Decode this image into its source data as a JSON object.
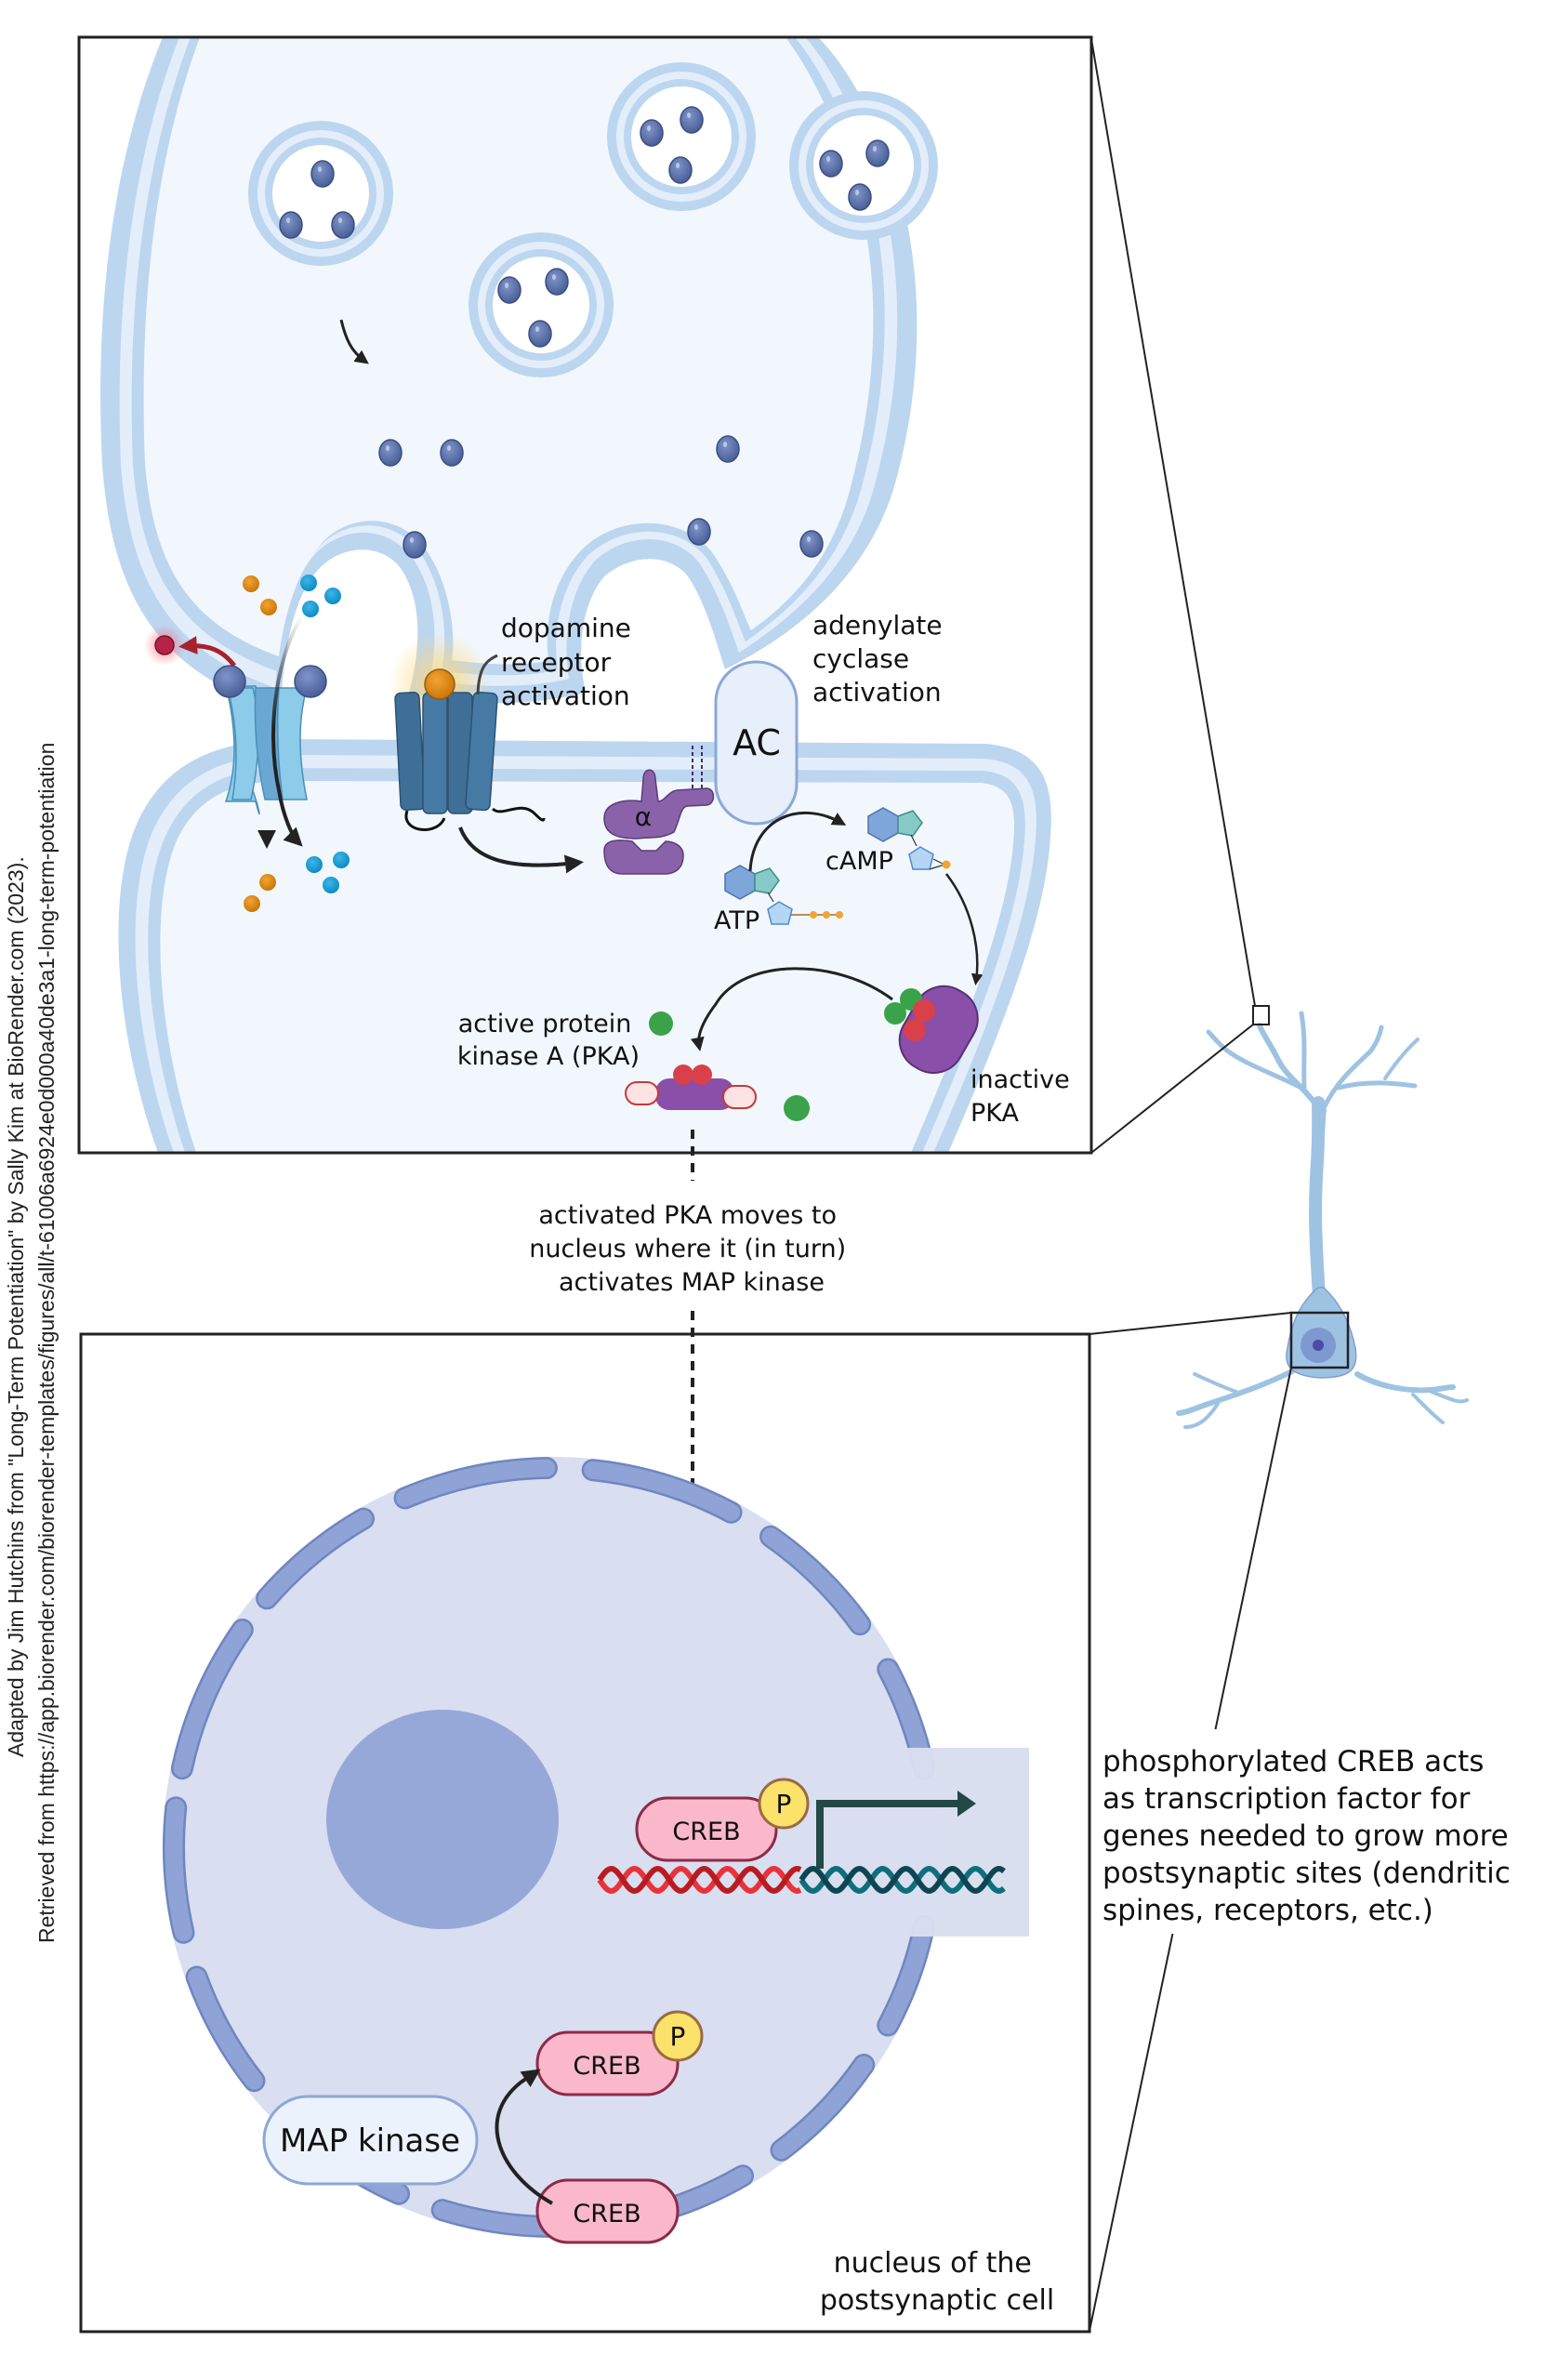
{
  "credit": {
    "line1": "Adapted by Jim Hutchins from \"Long-Term Potentiation\" by Sally Kim at BioRender.com (2023).",
    "line2": "Retrieved from https://app.biorender.com/biorender-templates/figures/all/t-61006a6924e0d000a40de3a1-long-term-potentiation"
  },
  "synapse_panel": {
    "dopamine_receptor_label": [
      "dopamine",
      "receptor",
      "activation"
    ],
    "adenylate_cyclase_label": [
      "adenylate",
      "cyclase",
      "activation"
    ],
    "ac_label": "AC",
    "g_alpha_label": "α",
    "camp_label": "cAMP",
    "atp_label": "ATP",
    "active_pka_label": [
      "active protein",
      "kinase A (PKA)"
    ],
    "inactive_pka_label": [
      "inactive",
      "PKA"
    ]
  },
  "transition_label": [
    "activated PKA moves to",
    "nucleus where it (in turn)",
    "activates MAP kinase"
  ],
  "nucleus_panel": {
    "map_kinase_label": "MAP kinase",
    "creb_label": "CREB",
    "phosphate_label": "P",
    "panel_caption": [
      "nucleus of the",
      "postsynaptic cell"
    ]
  },
  "side_annotation": [
    "phosphorylated CREB acts",
    "as transcription factor for",
    "genes needed to grow more",
    "postsynaptic sites (dendritic",
    "spines, receptors, etc.)"
  ],
  "colors": {
    "membrane": "#bcd6f0",
    "membrane_fill": "#e3eefa",
    "cytoplasm": "#f1f7fc",
    "neurotransmitter": "#5870a8",
    "g_protein": "#8a62aa",
    "nucleus_fill": "#d9def0",
    "nuclear_envelope": "#8fa3d6",
    "nucleolus": "#96a8d8",
    "creb_fill": "#fbb8cb",
    "creb_stroke": "#8c2a48",
    "phosphate": "#fbe26a",
    "neuron": "#9ec3e2"
  }
}
